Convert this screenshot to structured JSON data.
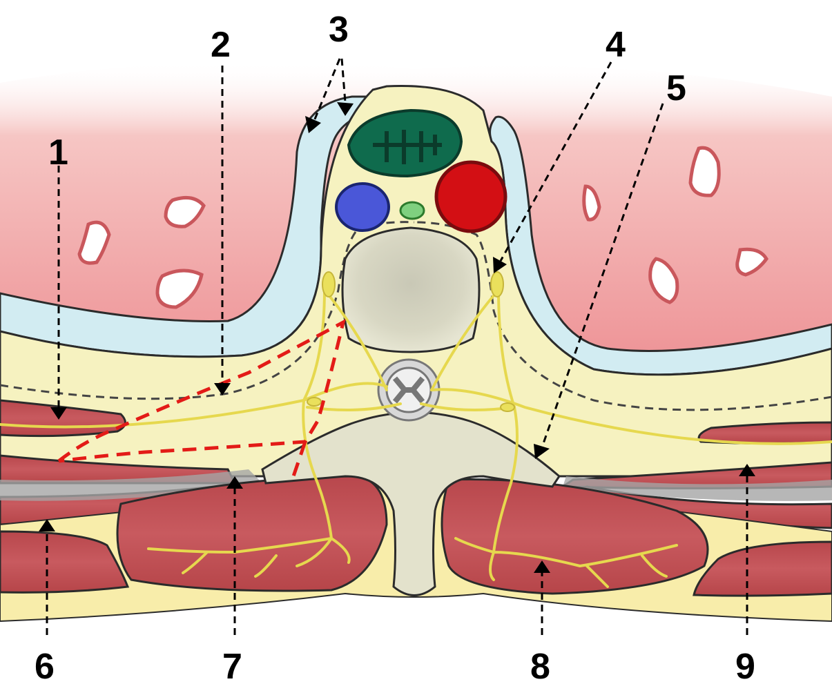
{
  "labels": {
    "l1": "1",
    "l2": "2",
    "l3": "3",
    "l4": "4",
    "l5": "5",
    "l6": "6",
    "l7": "7",
    "l8": "8",
    "l9": "9"
  },
  "colors": {
    "background_tissue": "#f2a7a6",
    "peritoneum_blue": "#cde8ee",
    "fat_yellow": "#f5f0b5",
    "muscle": "#c9575c",
    "muscle_dark": "#8a2a2e",
    "bone": "#e3e2cc",
    "nerve": "#e7d94f",
    "aorta": "#d30f14",
    "vena_cava": "#4a57d8",
    "intestine_green": "#0f6b4d",
    "red_dashed": "#e31b17"
  }
}
